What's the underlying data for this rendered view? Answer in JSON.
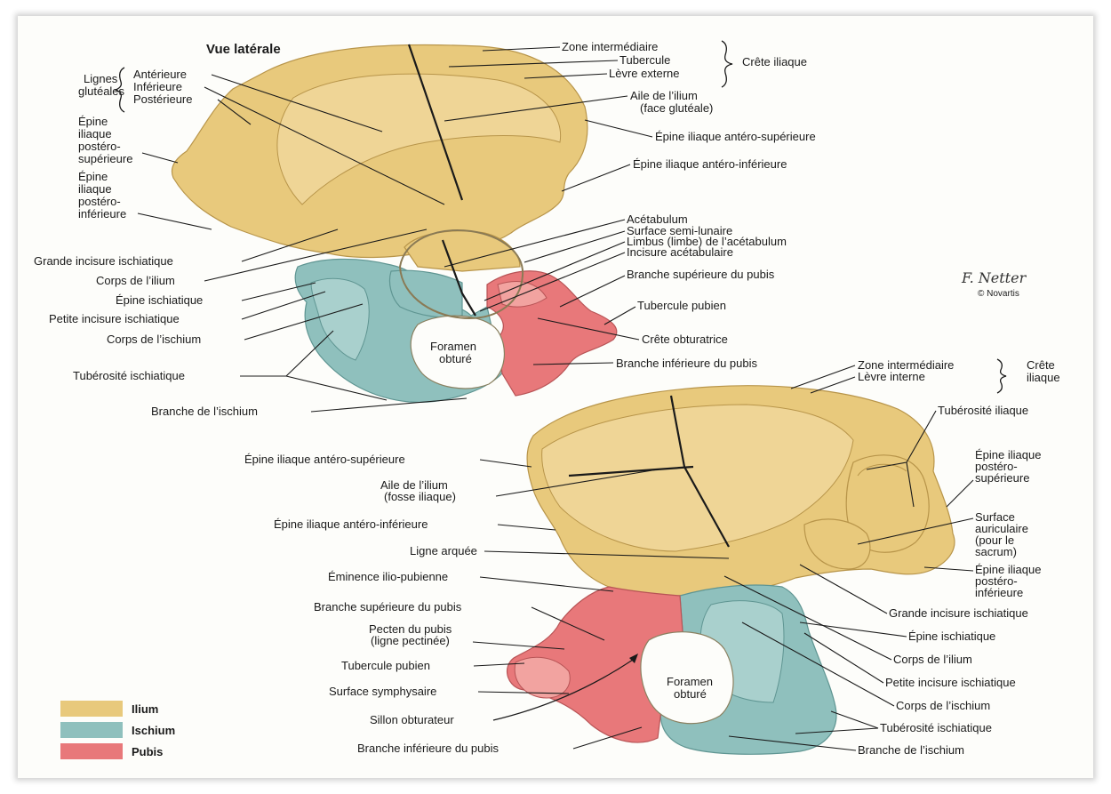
{
  "view_title": "Vue latérale",
  "top_view": {
    "crista_brace_items": [
      "Zone intermédiaire",
      "Tubercule",
      "Lèvre externe"
    ],
    "crista_label": "Crête iliaque",
    "gluteal_group_label": [
      "Lignes",
      "glutéales"
    ],
    "gluteal_items": [
      "Antérieure",
      "Inférieure",
      "Postérieure"
    ],
    "labels": {
      "aile_ilium": [
        "Aile de l’ilium",
        "(face glutéale)"
      ],
      "epine_ant_sup": "Épine iliaque antéro-supérieure",
      "epine_ant_inf": "Épine iliaque antéro-inférieure",
      "epine_post_sup": [
        "Épine",
        "iliaque",
        "postéro-",
        "supérieure"
      ],
      "epine_post_inf": [
        "Épine",
        "iliaque",
        "postéro-",
        "inférieure"
      ],
      "acetabulum": "Acétabulum",
      "surface_semi_lunaire": "Surface semi-lunaire",
      "limbus": "Limbus (limbe) de l’acétabulum",
      "incisure_acetabulaire": "Incisure acétabulaire",
      "branche_sup_pubis": "Branche supérieure du pubis",
      "tubercule_pubien": "Tubercule pubien",
      "crete_obturatrice": "Crête obturatrice",
      "branche_inf_pubis": "Branche inférieure du pubis",
      "grande_incisure": "Grande incisure ischiatique",
      "corps_ilium": "Corps de l’ilium",
      "epine_ischiatique": "Épine ischiatique",
      "petite_incisure": "Petite incisure ischiatique",
      "corps_ischium": "Corps de l’ischium",
      "tuberosite_ischiatique": "Tubérosité ischiatique",
      "branche_ischium": "Branche de l’ischium",
      "foramen": [
        "Foramen",
        "obturé"
      ]
    }
  },
  "bottom_view": {
    "crista_brace_items": [
      "Zone intermédiaire",
      "Lèvre interne"
    ],
    "crista_label": [
      "Crête",
      "iliaque"
    ],
    "labels": {
      "tuberosite_iliaque": "Tubérosité iliaque",
      "epine_post_sup": [
        "Épine iliaque",
        "postéro-",
        "supérieure"
      ],
      "surface_auriculaire": [
        "Surface",
        "auriculaire",
        "(pour le",
        "sacrum)"
      ],
      "epine_post_inf": [
        "Épine iliaque",
        "postéro-",
        "inférieure"
      ],
      "grande_incisure": "Grande incisure ischiatique",
      "epine_ischiatique": "Épine ischiatique",
      "corps_ilium": "Corps de l’ilium",
      "petite_incisure": "Petite incisure ischiatique",
      "corps_ischium": "Corps de l’ischium",
      "tuberosite_ischiatique": "Tubérosité ischiatique",
      "branche_ischium": "Branche de l’ischium",
      "epine_ant_sup": "Épine iliaque antéro-supérieure",
      "aile_ilium": [
        "Aile de l’ilium",
        "(fosse iliaque)"
      ],
      "epine_ant_inf": "Épine iliaque antéro-inférieure",
      "ligne_arquee": "Ligne arquée",
      "eminence": "Éminence ilio-pubienne",
      "branche_sup_pubis": "Branche supérieure du pubis",
      "pecten": [
        "Pecten du pubis",
        "(ligne pectinée)"
      ],
      "tubercule_pubien": "Tubercule pubien",
      "surface_symphysaire": "Surface symphysaire",
      "sillon_obturateur": "Sillon obturateur",
      "branche_inf_pubis": "Branche inférieure du pubis",
      "foramen": [
        "Foramen",
        "obturé"
      ]
    }
  },
  "legend": [
    {
      "label": "Ilium",
      "color": "#e8c97c"
    },
    {
      "label": "Ischium",
      "color": "#8fc0bd"
    },
    {
      "label": "Pubis",
      "color": "#e8787a"
    }
  ],
  "signature": "F. Netter",
  "copyright": "© Novartis"
}
